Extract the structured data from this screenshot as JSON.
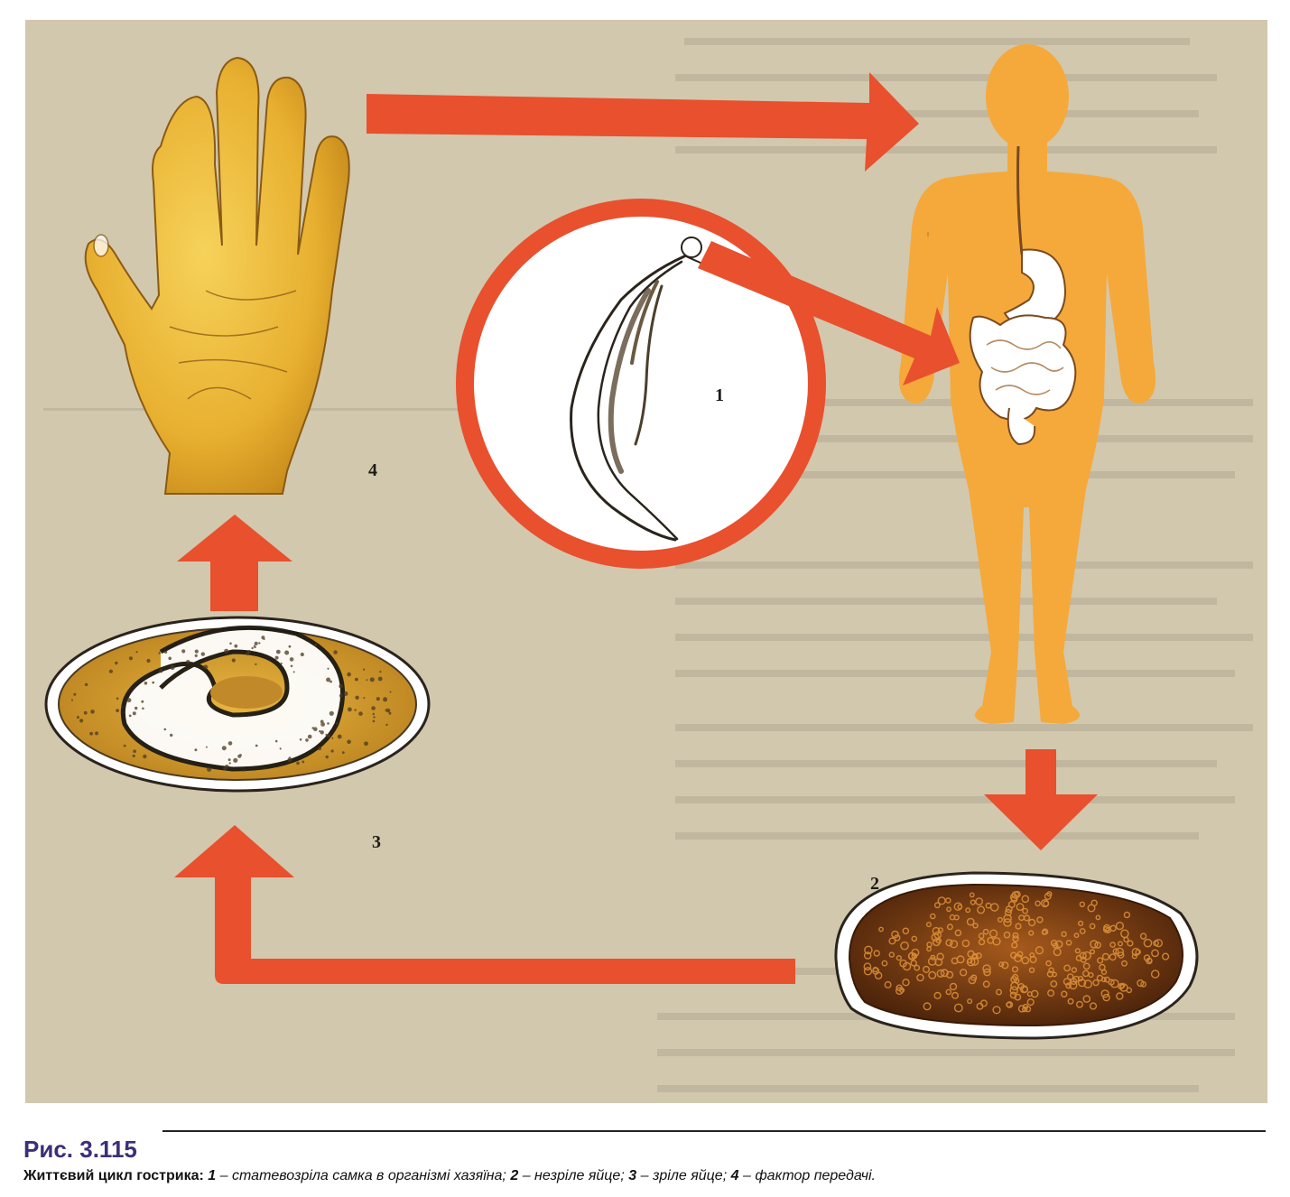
{
  "figure": {
    "number": "Рис. 3.115",
    "labels": {
      "female": "1",
      "immature_egg": "2",
      "mature_egg": "3",
      "transmission": "4"
    }
  },
  "caption": {
    "title": "Життєвий цикл гострика:",
    "items": [
      {
        "key": "1",
        "text": "статевозріла самка в організмі хазяїна;"
      },
      {
        "key": "2",
        "text": "незріле яйце;"
      },
      {
        "key": "3",
        "text": "зріле яйце;"
      },
      {
        "key": "4",
        "text": "фактор передачі."
      }
    ]
  },
  "colors": {
    "arrow": "#e8502e",
    "body": "#f5a93a",
    "background": "#d2c8ae",
    "hand": "#e8b030",
    "immature_egg": "#7a3c12",
    "mature_egg": "#d99a2c",
    "caption_number": "#3b2f7a"
  },
  "icons": [
    "hand-icon",
    "human-body-icon",
    "pinworm-icon",
    "immature-egg-icon",
    "mature-egg-icon"
  ]
}
